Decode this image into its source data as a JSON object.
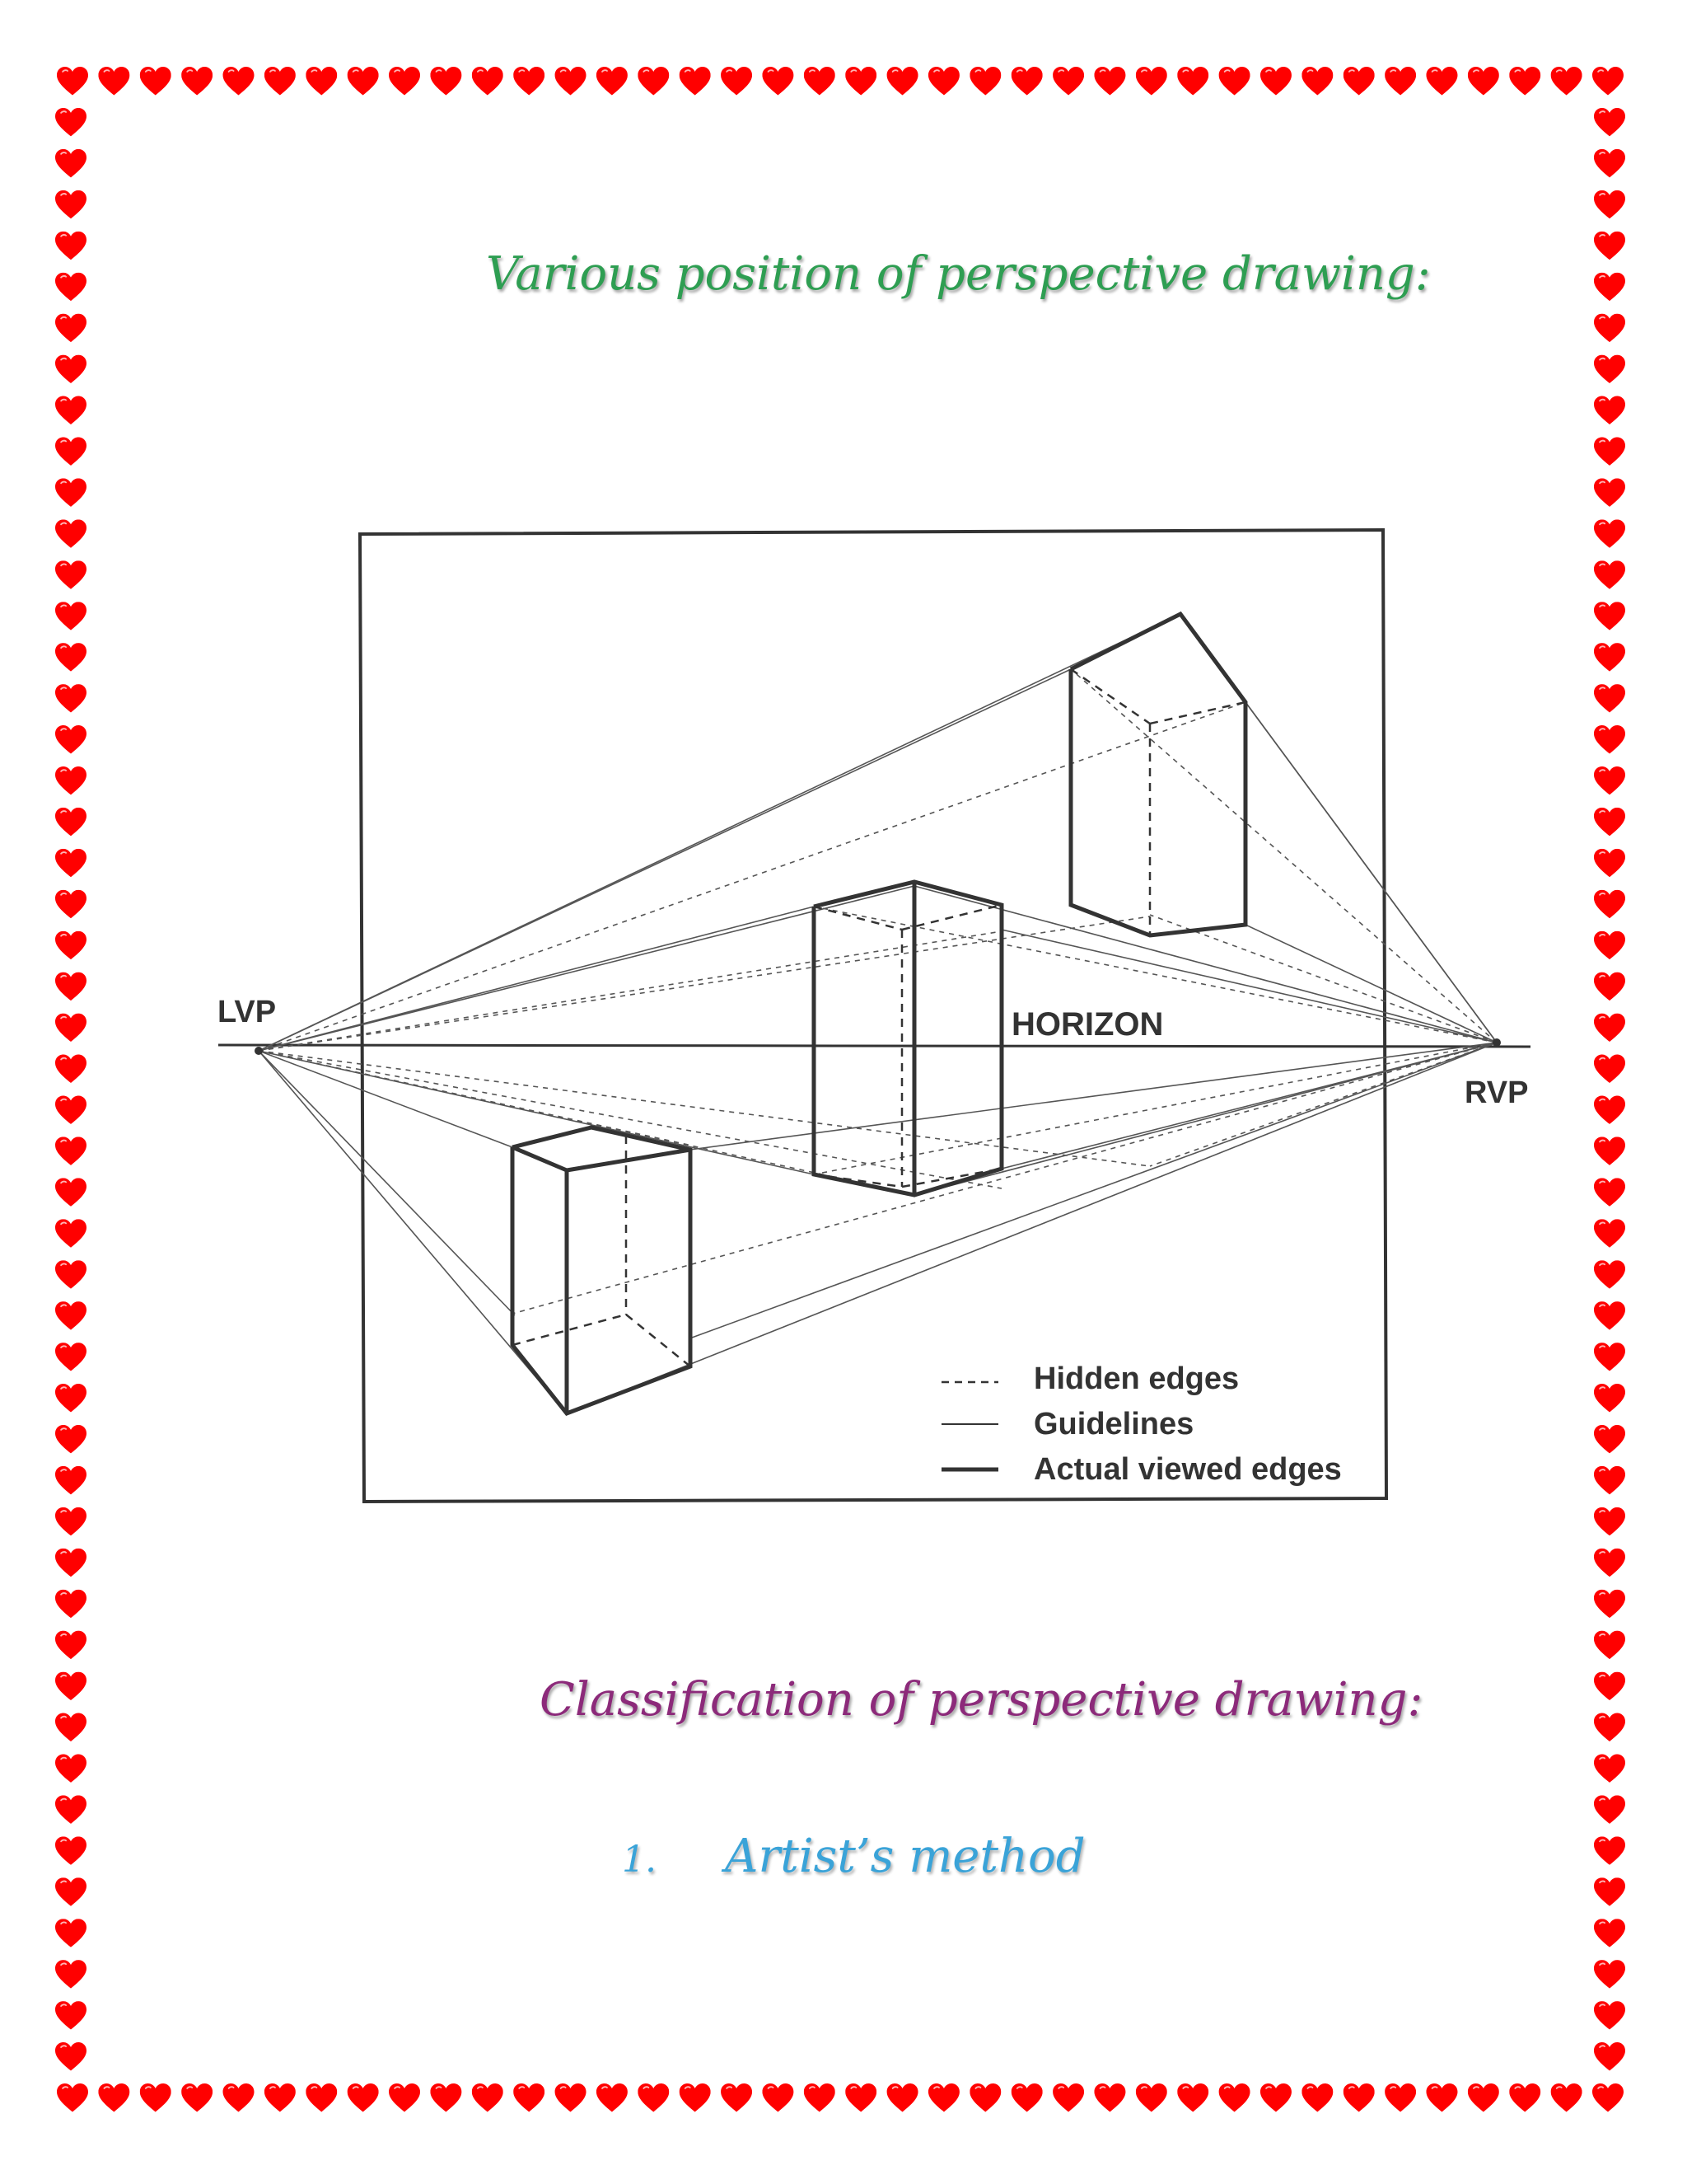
{
  "page": {
    "title": "Various position  of  perspective  drawing:",
    "section_heading": "Classification of perspective drawing:",
    "list": [
      {
        "number": "1.",
        "text": "Artist’s method"
      }
    ]
  },
  "figure": {
    "labels": {
      "left_vanishing_point": "LVP",
      "right_vanishing_point": "RVP",
      "horizon": "HORIZON"
    },
    "legend": [
      {
        "line_style": "dashed",
        "label": "Hidden edges"
      },
      {
        "line_style": "thin",
        "label": "Guidelines"
      },
      {
        "line_style": "thick",
        "label": "Actual viewed edges"
      }
    ]
  },
  "colors": {
    "border_hearts": "#ff0000",
    "title": "#2e9e52",
    "section_heading": "#8c2a7a",
    "list_item": "#3aa3d8",
    "figure_lines": "#333333"
  },
  "icons": {
    "border": "heart-icon"
  }
}
